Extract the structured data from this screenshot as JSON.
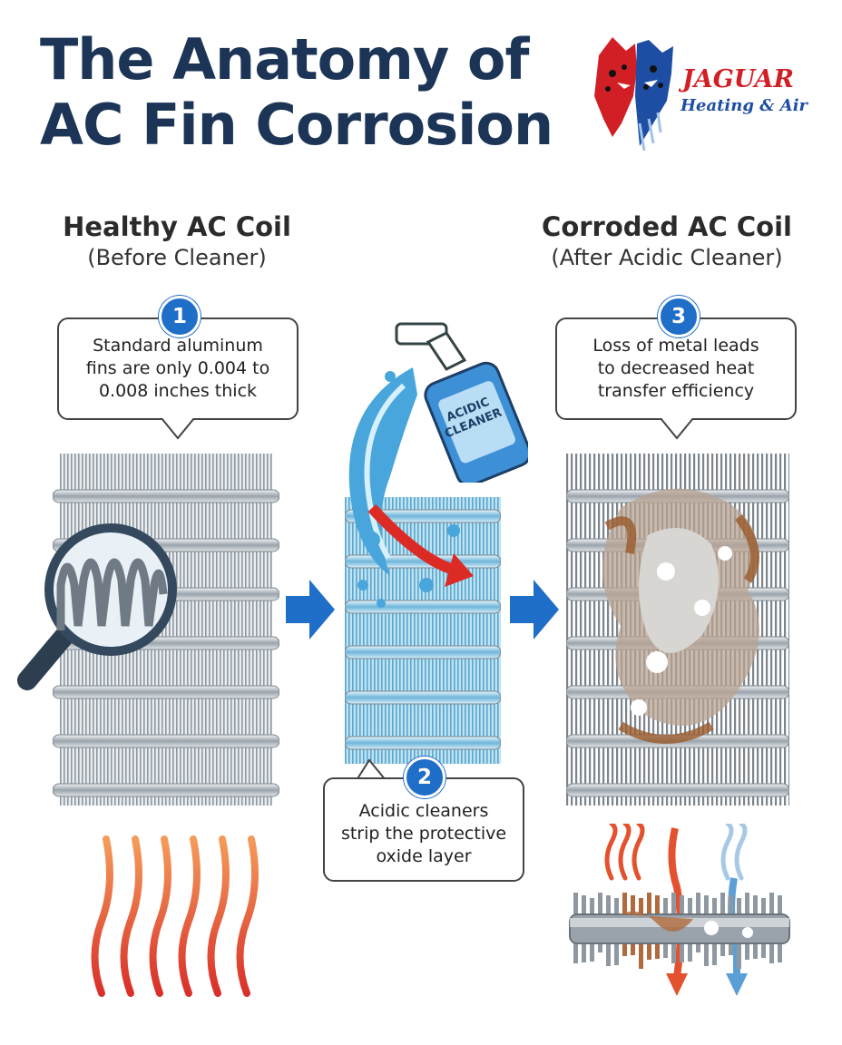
{
  "title": {
    "line1": "The Anatomy of",
    "line2": "AC Fin Corrosion"
  },
  "logo": {
    "name": "JAGUAR",
    "tagline": "Heating & Air",
    "mascot_icon": "jaguar-head-icon"
  },
  "healthy": {
    "heading": "Healthy AC Coil",
    "subheading": "(Before Cleaner)",
    "step": "1",
    "callout": [
      "Standard aluminum",
      "fins are only 0.004 to",
      "0.008 inches thick"
    ]
  },
  "cleaner": {
    "bottle_label": [
      "ACIDIC",
      "CLEANER"
    ],
    "step": "2",
    "callout": [
      "Acidic cleaners",
      "strip the protective",
      "oxide layer"
    ]
  },
  "corroded": {
    "heading": "Corroded AC Coil",
    "subheading": "(After Acidic Cleaner)",
    "step": "3",
    "callout": [
      "Loss of metal leads",
      "to decreased heat",
      "transfer efficiency"
    ]
  },
  "colors": {
    "title": "#1c3556",
    "badge": "#1f6ec8",
    "arrow": "#1f6ec8",
    "heat": "#e0462b",
    "cool": "#5b9fd6",
    "rust": "#a86a3a",
    "logo_red": "#d21f26",
    "logo_blue": "#1d4ea3"
  }
}
